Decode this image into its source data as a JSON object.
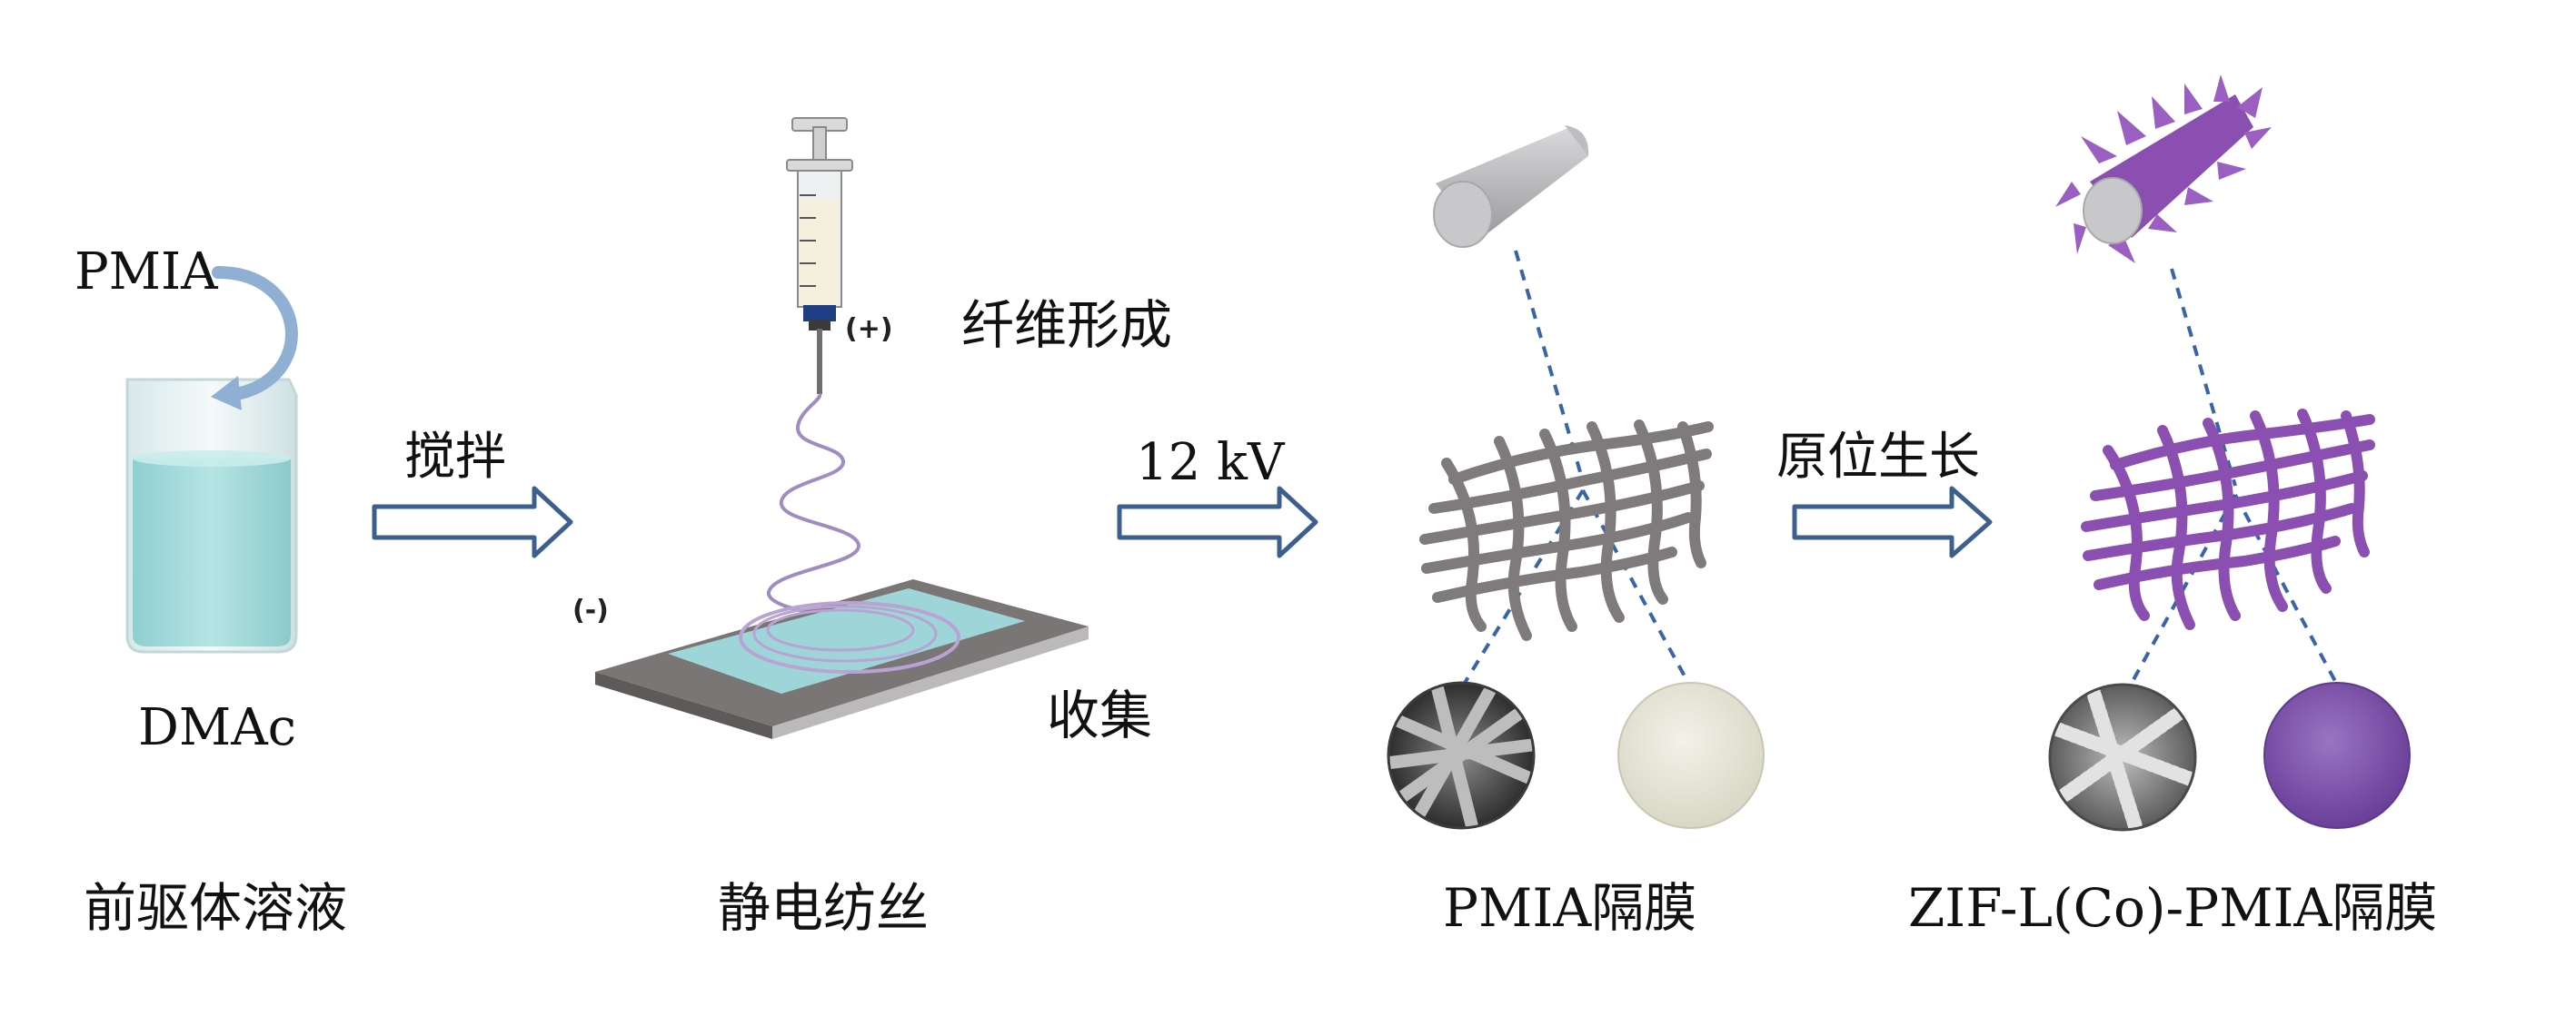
{
  "colors": {
    "liquid": "#a8dcdc",
    "arrow_curve": "#8fb0d4",
    "plate": "#7a7675",
    "collector": "#9ed5d8",
    "fiber_gray": "#7f7a7c",
    "fiber_purple": "#8a4fb0",
    "dashed": "#3a64a8",
    "membrane_white": "#e9e7d8",
    "membrane_purple": "#7a52a8"
  },
  "labels": {
    "pmia_input": "PMIA",
    "dmac": "DMAc",
    "stir": "搅拌",
    "precursor": "前驱体溶液",
    "positive": "(+)",
    "negative": "(-)",
    "fiber_form": "纤维形成",
    "collect": "收集",
    "electrospin": "静电纺丝",
    "voltage": "12 kV",
    "pmia_membrane": "PMIA隔膜",
    "in_situ": "原位生长",
    "zif_membrane": "ZIF-L(Co)-PMIA隔膜"
  }
}
